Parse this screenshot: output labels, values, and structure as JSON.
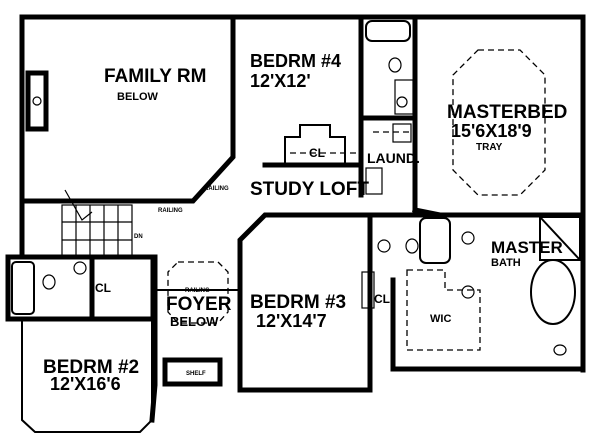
{
  "rooms": {
    "family": {
      "name": "FAMILY RM",
      "note": "BELOW"
    },
    "bed4": {
      "name": "BEDRM #4",
      "size": "12'X12'",
      "closet": "CL"
    },
    "laundry": {
      "name": "LAUND."
    },
    "study": {
      "name": "STUDY LOFT"
    },
    "railing_a": "RAILING",
    "railing_b": "RAILING",
    "master": {
      "name": "MASTERBED",
      "size": "15'6X18'9",
      "note": "TRAY"
    },
    "stairs": {
      "label": "DN"
    },
    "bed2": {
      "name": "BEDRM #2",
      "size": "12'X16'6",
      "closet": "CL"
    },
    "foyer": {
      "name": "FOYER",
      "note": "BELOW",
      "railing": "RAILING"
    },
    "shelf": "SHELF",
    "bed3": {
      "name": "BEDRM #3",
      "size": "12'X14'7",
      "closet": "CL"
    },
    "master_bath": {
      "name": "MASTER",
      "note": "BATH"
    },
    "wic": "WIC"
  }
}
